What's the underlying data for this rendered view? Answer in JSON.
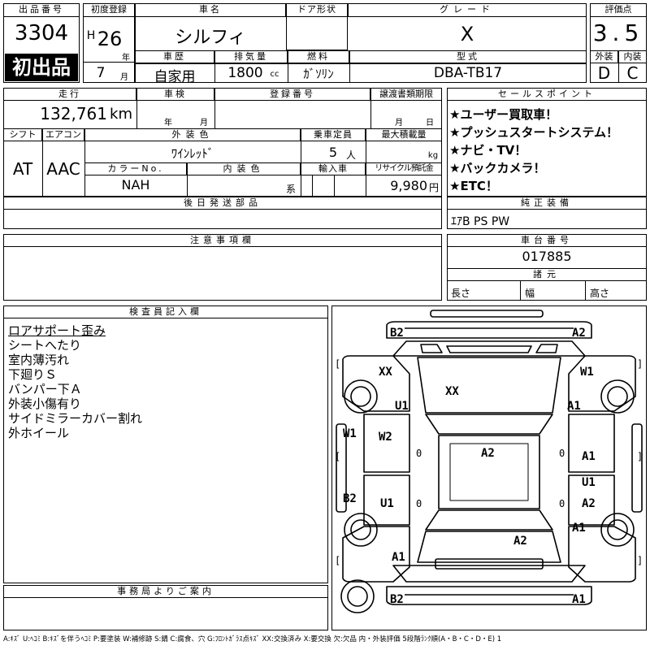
{
  "header": {
    "lot_number_label": "出品番号",
    "lot_number": "3304",
    "first_listing": "初出品",
    "first_reg_label": "初度登録",
    "era_letter": "H",
    "year": "26",
    "year_unit": "年",
    "month": "7",
    "month_unit": "月",
    "car_name_label": "車名",
    "car_name": "シルフィ",
    "door_label": "ドア形状",
    "door_value": "",
    "grade_label": "グレード",
    "grade": "X",
    "score_label": "評価点",
    "score": "3.5",
    "history_label": "車歴",
    "history": "自家用",
    "displacement_label": "排気量",
    "displacement": "1800",
    "displacement_unit": "cc",
    "fuel_label": "燃料",
    "fuel": "ｶﾞｿﾘﾝ",
    "model_label": "型式",
    "model": "DBA-TB17",
    "exterior_label": "外装",
    "exterior_grade": "D",
    "interior_label": "内装",
    "interior_grade": "C"
  },
  "row2": {
    "mileage_label": "走行",
    "mileage": "132,761",
    "mileage_unit": "km",
    "inspection_label": "車検",
    "inspection_year_unit": "年",
    "inspection_month_unit": "月",
    "reg_no_label": "登録番号",
    "reg_no": "",
    "transfer_label": "譲渡書類期限",
    "transfer_month_unit": "月",
    "transfer_day_unit": "日",
    "shift_label": "シフト",
    "shift": "AT",
    "ac_label": "エアコン",
    "ac": "AAC",
    "exterior_color_label": "外装色",
    "exterior_color": "ﾜｲﾝﾚｯﾄﾞ",
    "capacity_label": "乗車定員",
    "capacity": "5",
    "capacity_unit": "人",
    "max_load_label": "最大積載量",
    "max_load_unit": "kg",
    "color_no_label": "カラーNo.",
    "color_no": "NAH",
    "interior_color_label": "内装色",
    "interior_color_unit": "系",
    "import_label": "輸入車",
    "recycle_label": "リサイクル預託金",
    "recycle": "9,980",
    "recycle_unit": "円"
  },
  "sales": {
    "label": "セールスポイント",
    "points": [
      "★ユーザー買取車！",
      "★プッシュスタートシステム！",
      "★ナビ・TV！",
      "★バックカメラ！",
      "★ETC！"
    ]
  },
  "later_parts": {
    "label": "後日発送部品",
    "value": ""
  },
  "genuine": {
    "label": "純正装備",
    "value": "ｴｱB PS PW"
  },
  "caution": {
    "label": "注意事項欄",
    "value": ""
  },
  "chassis": {
    "label": "車台番号",
    "number": "017885",
    "dims_label": "諸元",
    "length_label": "長さ",
    "width_label": "幅",
    "height_label": "高さ"
  },
  "inspector": {
    "label": "検査員記入欄",
    "notes": [
      "ロアサポート歪み",
      "シートへたり",
      "室内薄汚れ",
      "下廻りＳ",
      "バンパー下Ａ",
      "外装小傷有り",
      "サイドミラーカバー割れ",
      "外ホイール"
    ]
  },
  "office": {
    "label": "事務局よりご案内",
    "value": ""
  },
  "diagram": {
    "labels": [
      "B2",
      "A2",
      "XX",
      "W1",
      "XX",
      "U1",
      "A1",
      "W1",
      "W2",
      "A2",
      "A1",
      "B2",
      "U1",
      "U1",
      "A2",
      "A1",
      "A2",
      "A1",
      "B2",
      "A1"
    ],
    "brackets": [
      "[",
      "]",
      "[",
      "]",
      "[",
      "]"
    ],
    "zeros": [
      "0",
      "0",
      "0",
      "0"
    ]
  },
  "legend": "A:ｷｽﾞ U:ﾍｺﾐ B:ｷｽﾞを伴うﾍｺﾐ P:要塗装 W:補修跡 S:錆 C:腐食、穴 G:ﾌﾛﾝﾄｶﾞﾗｽ点ｷｽﾞ XX:交換済み X:要交換 欠:欠品 内・外装評価 5段階ﾗﾝｸ順(A・B・C・D・E) 1"
}
